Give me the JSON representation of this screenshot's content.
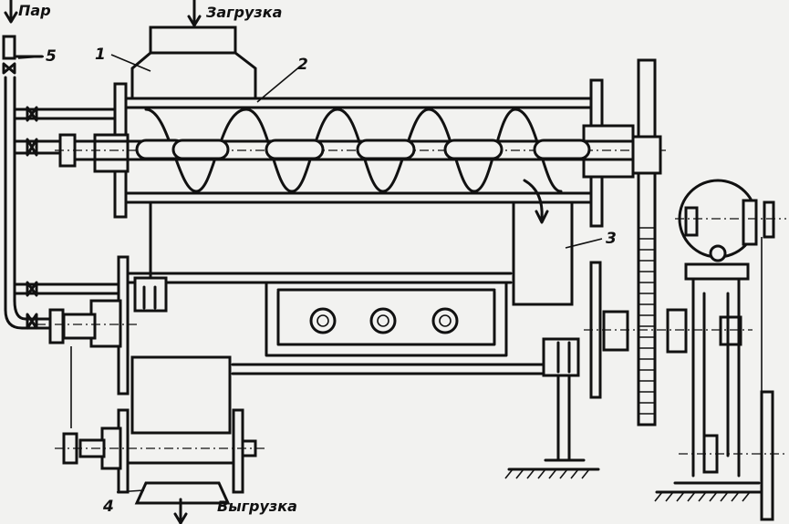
{
  "labels": {
    "steam": "Пар",
    "loading": "Загрузка",
    "unloading": "Выгрузка",
    "n1": "1",
    "n2": "2",
    "n3": "3",
    "n4": "4",
    "n5": "5"
  }
}
